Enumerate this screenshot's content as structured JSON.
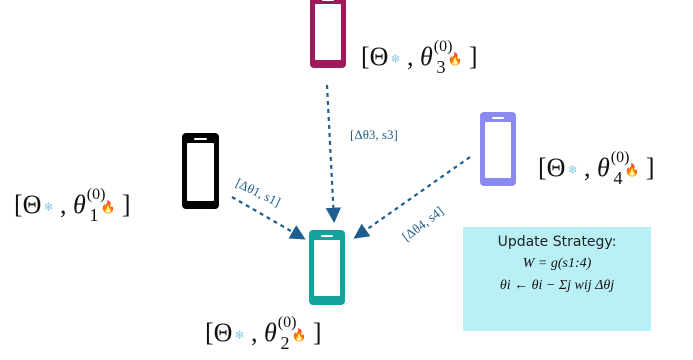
{
  "devices": {
    "d1": {
      "color": "#000000",
      "label": {
        "theta": "Θ",
        "param": "θ",
        "sup": "(0)",
        "sub": "1"
      }
    },
    "d2": {
      "color": "#14a39c",
      "label": {
        "theta": "Θ",
        "param": "θ",
        "sup": "(0)",
        "sub": "2"
      }
    },
    "d3": {
      "color": "#a0195b",
      "label": {
        "theta": "Θ",
        "param": "θ",
        "sup": "(0)",
        "sub": "3"
      }
    },
    "d4": {
      "color": "#8a8af0",
      "label": {
        "theta": "Θ",
        "param": "θ",
        "sup": "(0)",
        "sub": "4"
      }
    }
  },
  "icons": {
    "frozen": "snowflake-icon",
    "trainable": "flame-icon"
  },
  "edges": {
    "e1": "[Δθ1, s1]",
    "e3": "[Δθ3, s3]",
    "e4": "[Δθ4, s4]"
  },
  "colors": {
    "arrow": "#1f5f8f",
    "strategy_bg": "#b9f0f5"
  },
  "strategy": {
    "title": "Update Strategy:",
    "eq1": "W = g(s1:4)",
    "eq2": "θi ← θi − Σj wij Δθj"
  }
}
